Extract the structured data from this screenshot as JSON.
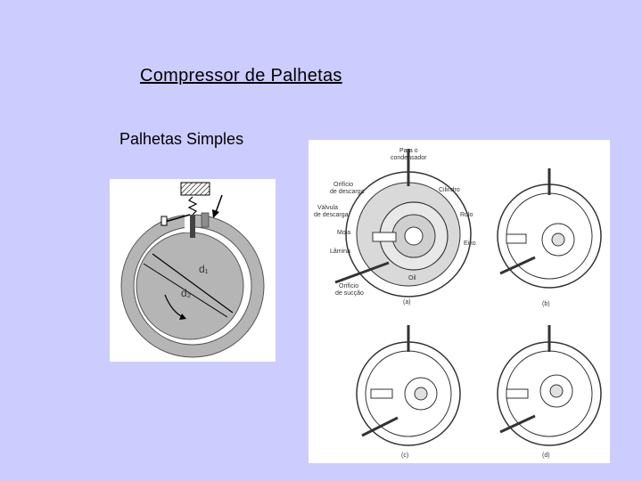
{
  "slide": {
    "title": "Compressor de Palhetas",
    "subtitle": "Palhetas Simples"
  },
  "figure_left": {
    "labels": {
      "d1": "d₁",
      "d2": "d₂"
    }
  },
  "figure_right": {
    "labels": {
      "para_o": "Para o",
      "condensador": "condensador",
      "orificio_descarga_1": "Orifício",
      "orificio_descarga_2": "de descarga",
      "valvula_1": "Válvula",
      "valvula_2": "de descarga",
      "mola": "Mola",
      "lamina": "Lâmina",
      "orificio_succao_1": "Orifício",
      "orificio_succao_2": "de sucção",
      "cilindro": "Cilindro",
      "rolo": "Rolo",
      "eixo": "Eixo",
      "oil": "Oil",
      "panel_a": "(a)",
      "panel_b": "(b)",
      "panel_c": "(c)",
      "panel_d": "(d)"
    }
  }
}
